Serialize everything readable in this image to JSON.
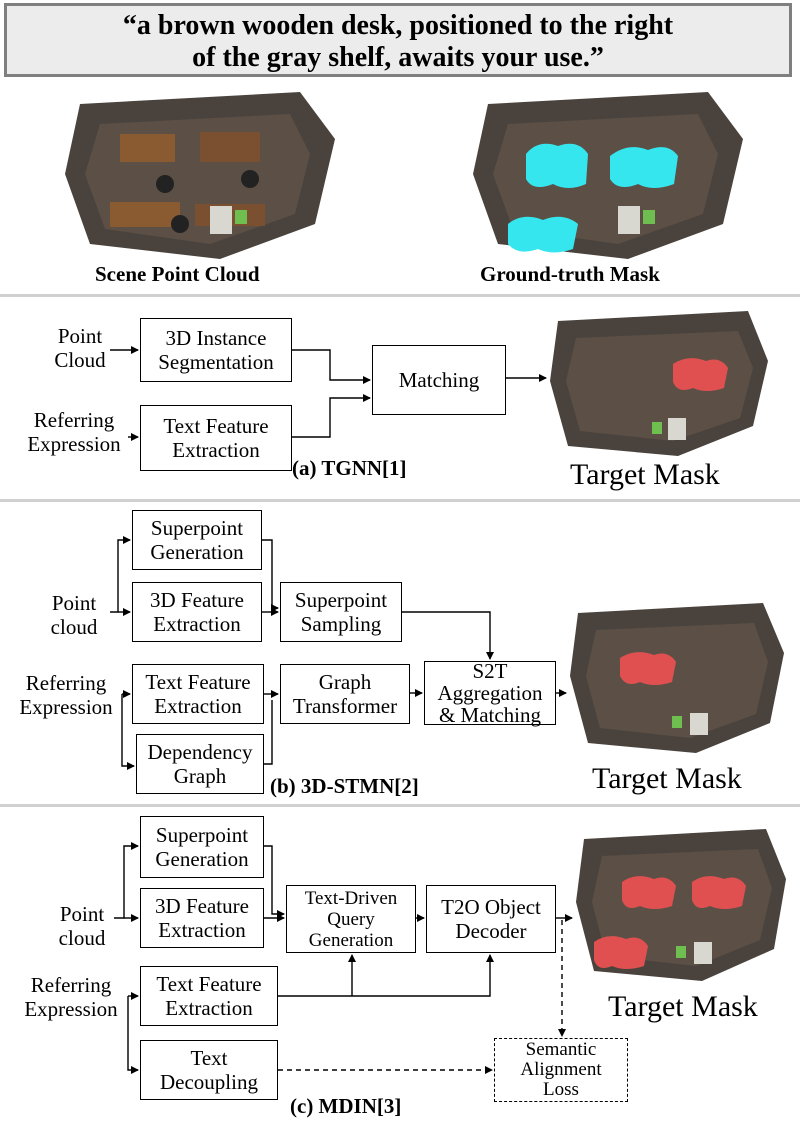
{
  "quote": {
    "line1": "“a brown wooden desk, positioned to the right",
    "line2": "of the gray shelf, awaits your use.”"
  },
  "top": {
    "scene_caption": "Scene Point Cloud",
    "gt_caption": "Ground-truth Mask",
    "mask_color": "#36e6ef"
  },
  "colors": {
    "target_mask": "#e05050",
    "room_dark": "#3c3632",
    "room_floor": "#5a4e44",
    "desk_wood": "#8a5a30"
  },
  "panel_a": {
    "in_point": "Point\nCloud",
    "in_ref": "Referring\nExpression",
    "box_seg": "3D Instance\nSegmentation",
    "box_text": "Text Feature\nExtraction",
    "box_match": "Matching",
    "caption": "(a) TGNN[1]",
    "target": "Target Mask"
  },
  "panel_b": {
    "in_point": "Point\ncloud",
    "in_ref": "Referring\nExpression",
    "box_supgen": "Superpoint\nGeneration",
    "box_3dfeat": "3D Feature\nExtraction",
    "box_supsamp": "Superpoint\nSampling",
    "box_text": "Text Feature\nExtraction",
    "box_dep": "Dependency\nGraph",
    "box_graph": "Graph\nTransformer",
    "box_s2t": "S2T\nAggregation\n& Matching",
    "caption": "(b) 3D-STMN[2]",
    "target": "Target Mask"
  },
  "panel_c": {
    "in_point": "Point\ncloud",
    "in_ref": "Referring\nExpression",
    "box_supgen": "Superpoint\nGeneration",
    "box_3dfeat": "3D Feature\nExtraction",
    "box_query": "Text-Driven\nQuery\nGeneration",
    "box_t2o": "T2O Object\nDecoder",
    "box_text": "Text Feature\nExtraction",
    "box_decouple": "Text\nDecoupling",
    "box_loss": "Semantic\nAlignment\nLoss",
    "caption": "(c) MDIN[3]",
    "target": "Target Mask"
  }
}
